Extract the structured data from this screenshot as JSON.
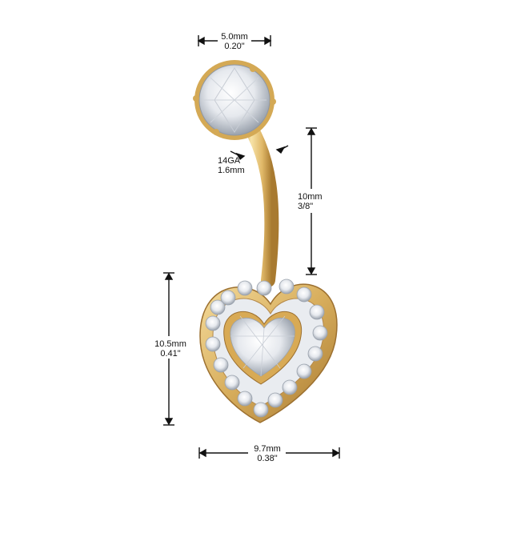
{
  "colors": {
    "gold": "#e8c87a",
    "gold_dark": "#b88a3a",
    "gem": "#f2f4f7",
    "arrow": "#111111"
  },
  "dimensions": {
    "top_ball": {
      "metric": "5.0mm",
      "imperial": "0.20\""
    },
    "gauge": {
      "metric": "14GA",
      "imperial": "1.6mm"
    },
    "bar_length": {
      "metric": "10mm",
      "imperial": "3/8\""
    },
    "charm_height": {
      "metric": "10.5mm",
      "imperial": "0.41\""
    },
    "charm_width": {
      "metric": "9.7mm",
      "imperial": "0.38\""
    }
  }
}
